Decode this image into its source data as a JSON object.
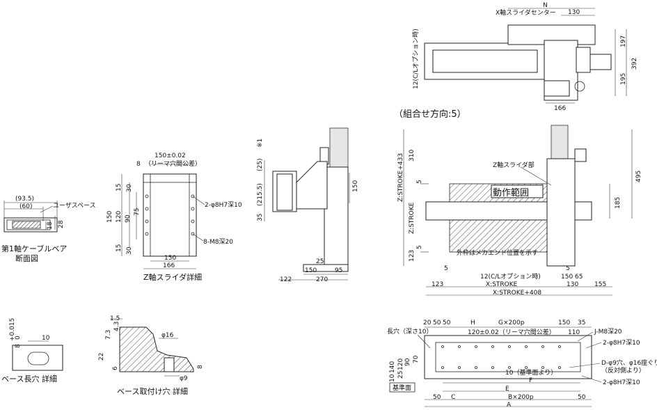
{
  "views": {
    "cable_bear": {
      "d_93_5": "(93.5)",
      "d_60": "(60)",
      "user_space": "ユーザスペース",
      "d_18": "18",
      "d_28": "28",
      "caption_line1": "第1軸ケーブルベア",
      "caption_line2": "断面図"
    },
    "z_slider": {
      "d_150_pm": "150±0.02",
      "ream_note": "（リーマ穴間公差）",
      "d_8": "8",
      "d_15a": "15",
      "d_30a": "30",
      "d_150": "150",
      "d_120": "120",
      "d_90": "90",
      "d_75": "75",
      "d_30b": "30",
      "d_15b": "15",
      "pin_note": "2-φ8H7深10",
      "tap_note": "8-M8深20",
      "d_150_bottom": "150",
      "d_166": "166",
      "caption": "Z軸スライダ詳細"
    },
    "side": {
      "d_25": "(25)",
      "note1": "※1",
      "d_215_5": "(215.5)",
      "d_35": "35",
      "d_150": "150",
      "d_25b": "25",
      "d_150b": "150",
      "d_95": "95",
      "d_122": "122",
      "d_270": "270"
    },
    "top": {
      "N": "N",
      "x_slider_center": "X軸スライダセンター",
      "d_130": "130",
      "co_note": "12(C/Lオプション時)",
      "d_197": "197",
      "d_392": "392",
      "d_195": "195",
      "d_166": "166"
    },
    "front": {
      "combo_dir": "（組合せ方向:5）",
      "z_slider_part": "Z軸スライダ部",
      "motion_range": "動作範囲",
      "outer_note": "外枠はメカエンド位置を示す",
      "d_310": "310",
      "z_stroke_433": "Z:STROKE+433",
      "z_stroke": "Z:STROKE",
      "d_5a": "5",
      "d_5b": "5",
      "d_123v": "123",
      "d_495": "495",
      "d_185": "185",
      "d_5c": "5",
      "d_5d": "5",
      "co_note": "12(C/Lオプション時)",
      "d_150": "150",
      "d_65": "65",
      "d_123h": "123",
      "x_stroke": "X:STROKE",
      "d_130": "130",
      "d_155": "155",
      "x_stroke_408": "X:STROKE+408"
    },
    "base_slot": {
      "tol_main": "8",
      "tol_plus": "+0.015",
      "tol_zero": "0",
      "d_10": "10",
      "caption": "ベース長穴 詳細"
    },
    "base_hole": {
      "d_1_5": "1.5",
      "d_4_3": "4.3",
      "d_7_3": "7.3",
      "d_22": "22",
      "d_6": "6",
      "d_16": "φ16",
      "d_9": "φ9",
      "d_8": "8",
      "caption": "ベース取付け穴 詳細"
    },
    "base": {
      "d_20": "20",
      "d_50a": "50",
      "d_50b": "50",
      "H": "H",
      "G200": "G×200p",
      "d_150": "150",
      "d_35": "35",
      "slot_note": "長穴（深さ10）",
      "tap_note": "J-M8深20",
      "d_120_pm": "120±0.02（リーマ穴間公差）",
      "d_110": "110",
      "pin_note": "2-φ8H7深10",
      "d_140": "140",
      "d_120": "120",
      "d_90": "90",
      "d_70": "70",
      "d_10v": "10",
      "d_25": "25",
      "hole_note1": "D-φ9穴、φ16座ぐり",
      "hole_note2": "（反対側より）",
      "ref_note": "10（基準面より）",
      "ref_face": "基準面",
      "pin_note2": "2-φ8H7深10",
      "F": "F",
      "E": "E",
      "C": "C",
      "B200": "B×200p",
      "A": "A",
      "d_50c": "50",
      "d_50d": "50"
    }
  }
}
